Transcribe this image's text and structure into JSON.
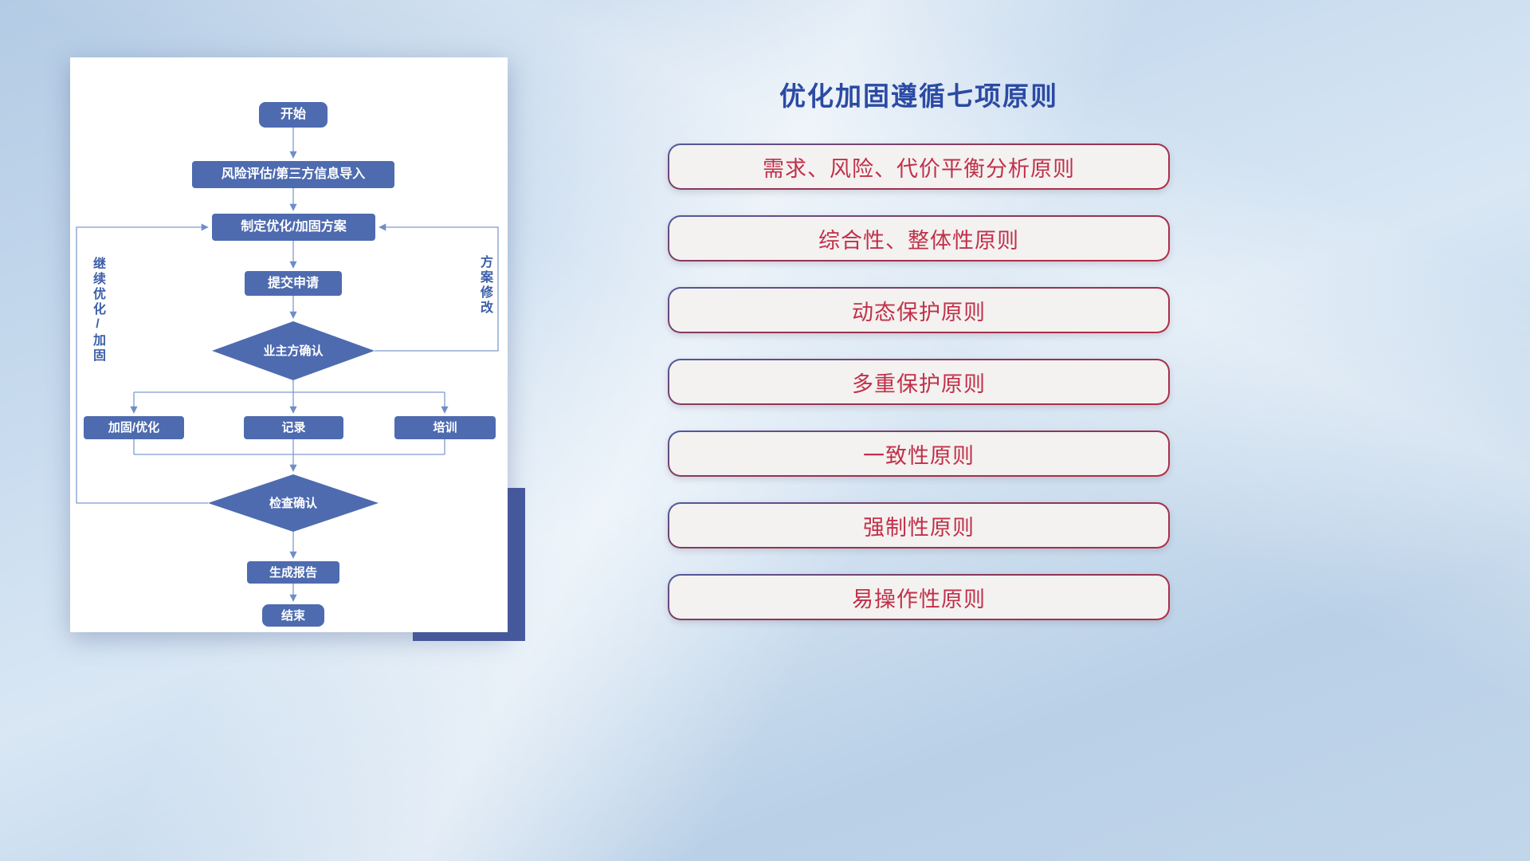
{
  "flowchart": {
    "nodes": {
      "start": "开始",
      "risk_import": "风险评估/第三方信息导入",
      "make_plan": "制定优化/加固方案",
      "submit": "提交申请",
      "owner_confirm": "业主方确认",
      "reinforce": "加固/优化",
      "record": "记录",
      "training": "培训",
      "check_confirm": "检查确认",
      "report": "生成报告",
      "end": "结束"
    },
    "loop_labels": {
      "left": "继续优化/加固",
      "right": "方案修改"
    },
    "colors": {
      "node_fill": "#4e6bb0",
      "connector": "#7e9bd0",
      "loop_label_text": "#3c5fa9",
      "accent_rect": "#47599e",
      "card_background": "#ffffff"
    }
  },
  "principles": {
    "title": "优化加固遵循七项原则",
    "title_color": "#2b4aa3",
    "text_color": "#c2304a",
    "border_gradient": [
      "#4d5a9f",
      "#b52b44"
    ],
    "box_background": "#f3f2f0",
    "items": [
      {
        "text": "需求、风险、代价平衡分析原则"
      },
      {
        "text": "综合性、整体性原则"
      },
      {
        "text": "动态保护原则"
      },
      {
        "text": "多重保护原则"
      },
      {
        "text": "一致性原则"
      },
      {
        "text": "强制性原则"
      },
      {
        "text": "易操作性原则"
      }
    ]
  }
}
